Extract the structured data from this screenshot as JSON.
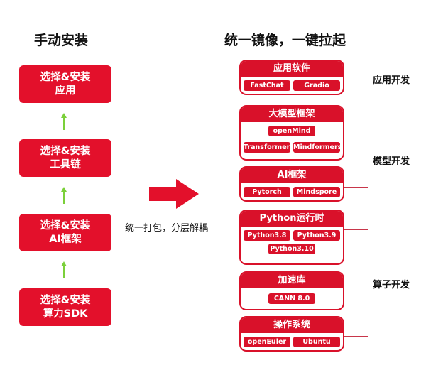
{
  "left": {
    "title": "手动安装",
    "steps": [
      {
        "line1": "选择&安装",
        "line2": "应用"
      },
      {
        "line1": "选择&安装",
        "line2": "工具链"
      },
      {
        "line1": "选择&安装",
        "line2": "AI框架"
      },
      {
        "line1": "选择&安装",
        "line2": "算力SDK"
      }
    ],
    "arrow_color": "#7bd03a"
  },
  "middle": {
    "caption": "统一打包，分层解耦",
    "arrow_color": "#e3102b"
  },
  "right": {
    "title": "统一镜像，一键拉起",
    "panels": [
      {
        "title": "应用软件",
        "items": [
          "FastChat",
          "Gradio"
        ]
      },
      {
        "title": "大模型框架",
        "items": [
          "openMind",
          "Transformers",
          "Mindformers"
        ]
      },
      {
        "title": "AI框架",
        "items": [
          "Pytorch",
          "Mindspore"
        ]
      },
      {
        "title": "Python运行时",
        "items": [
          "Python3.8",
          "Python3.9",
          "Python3.10"
        ]
      },
      {
        "title": "加速库",
        "items": [
          "CANN 8.0"
        ]
      },
      {
        "title": "操作系统",
        "items": [
          "openEuler",
          "Ubuntu"
        ]
      }
    ],
    "groups": [
      "应用开发",
      "模型开发",
      "算子开发"
    ],
    "accent": "#d9112a"
  }
}
